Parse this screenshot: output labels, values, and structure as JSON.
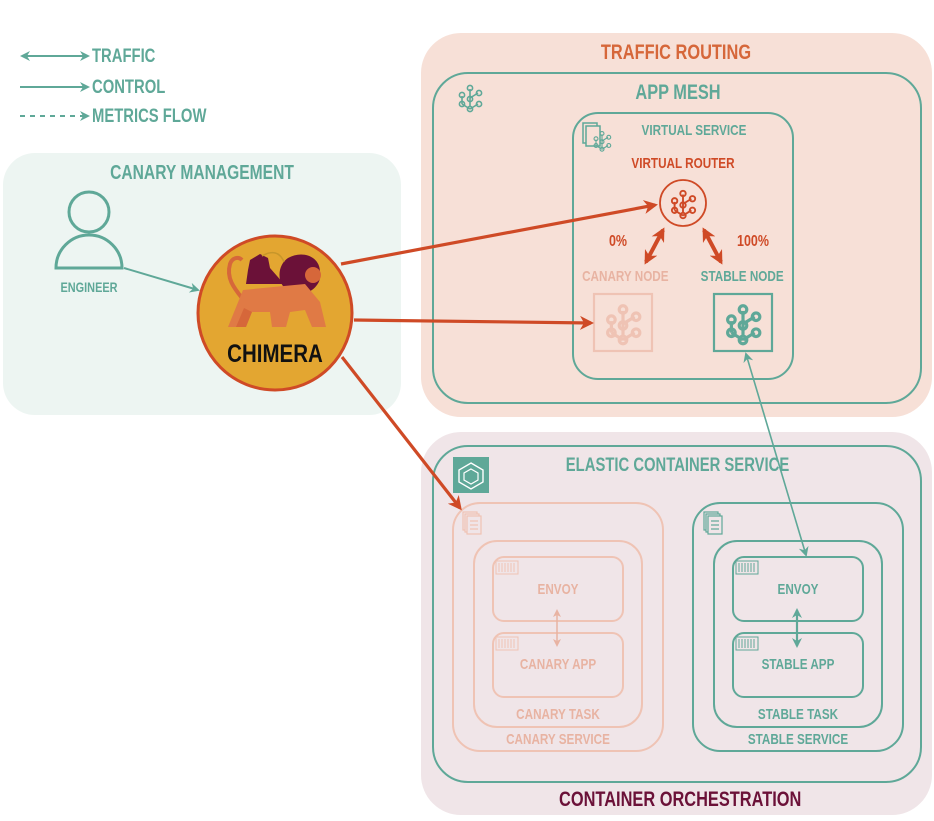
{
  "legend": {
    "items": [
      {
        "label": "Traffic",
        "style": "double-arrow"
      },
      {
        "label": "Control",
        "style": "solid-arrow"
      },
      {
        "label": "Metrics Flow",
        "style": "dashed-arrow"
      }
    ]
  },
  "groups": {
    "canary_management": {
      "title": "Canary Management",
      "engineer_label": "Engineer",
      "chimera_label": "CHIMERA"
    },
    "traffic_routing": {
      "title": "Traffic Routing",
      "app_mesh": "App Mesh",
      "virtual_service": "Virtual Service",
      "virtual_router": "Virtual Router",
      "canary_weight": "0%",
      "stable_weight": "100%",
      "canary_node": "Canary Node",
      "stable_node": "Stable Node"
    },
    "container_orchestration": {
      "title": "Container Orchestration",
      "ecs": "Elastic Container Service",
      "canary": {
        "envoy": "Envoy",
        "app": "Canary App",
        "task": "Canary Task",
        "service": "Canary Service"
      },
      "stable": {
        "envoy": "Envoy",
        "app": "Stable App",
        "task": "Stable Task",
        "service": "Stable Service"
      }
    }
  },
  "colors": {
    "teal": "#5fa898",
    "control_red": "#cf4a26",
    "traffic_bg": "#f7e0d7",
    "mgmt_bg": "#edf5f2",
    "orch_bg": "#f0e5e8",
    "faded": "#e8b3a2",
    "plum": "#6b1138",
    "chimera_gold": "#e3a631"
  }
}
